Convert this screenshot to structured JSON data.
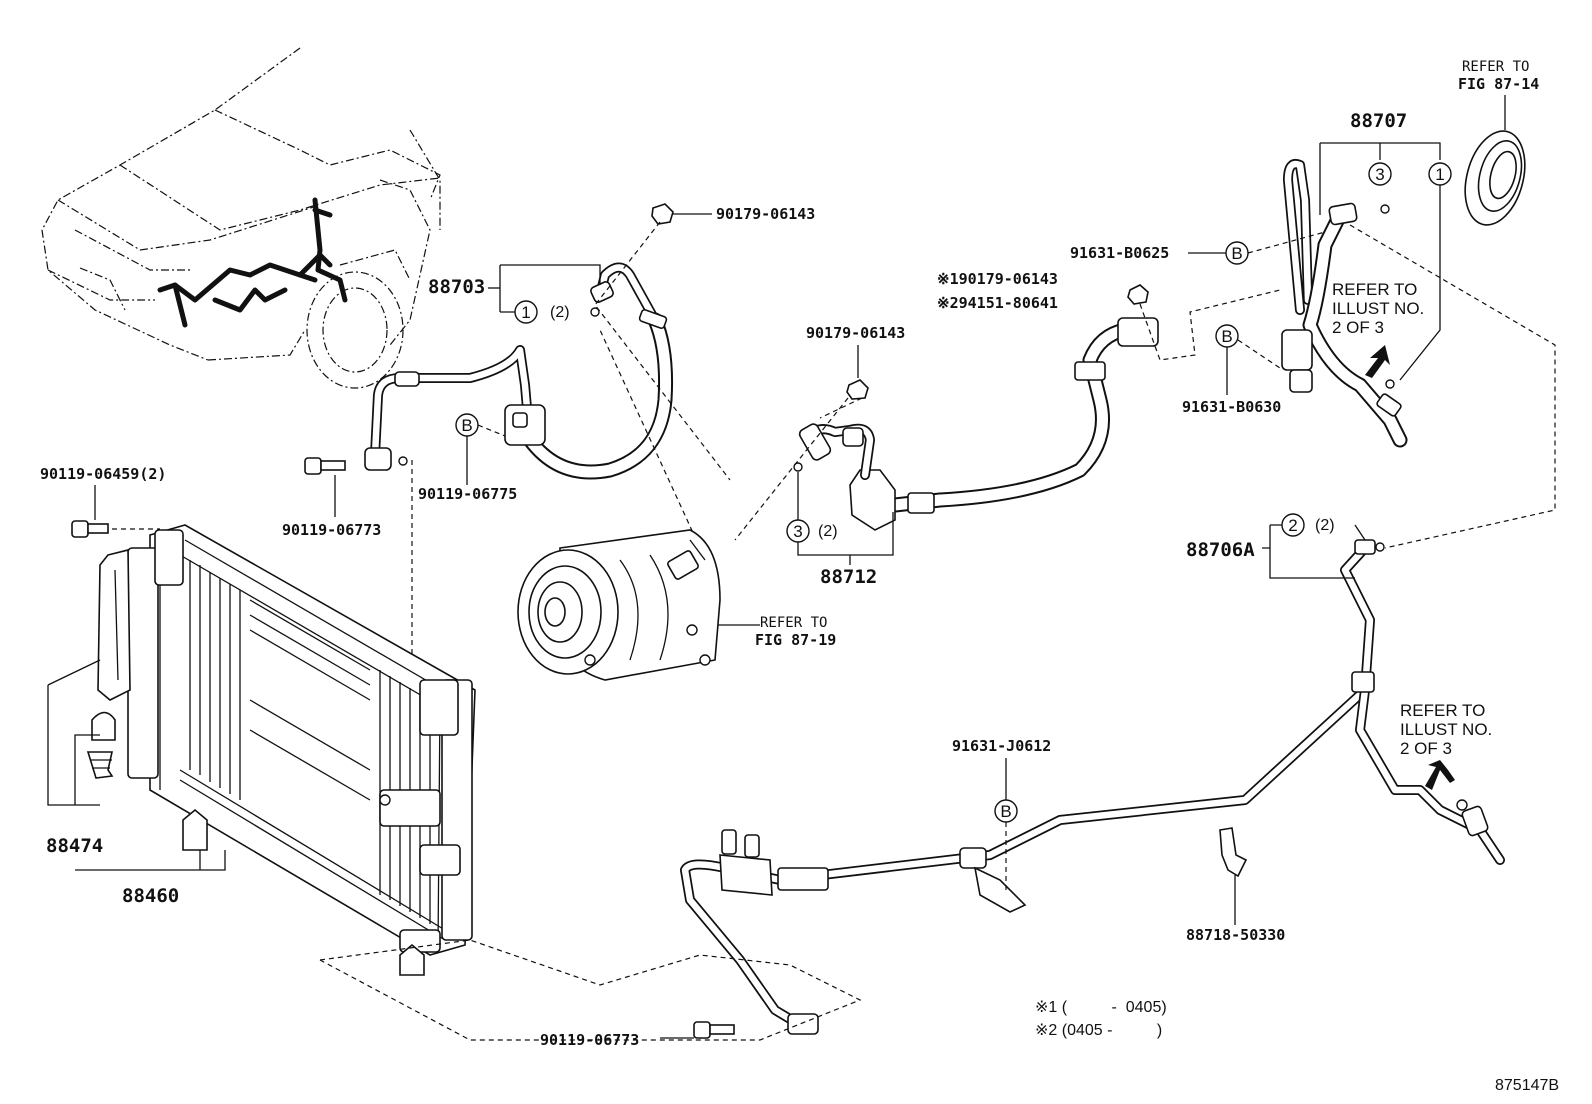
{
  "diagram_id": "875147B",
  "part_numbers": {
    "p88703": "88703",
    "p90179_top": "90179-06143",
    "p90179_mid": "90179-06143",
    "p90119_06775": "90119-06775",
    "p90119_06773_top": "90119-06773",
    "p90119_06459": "90119-06459(2)",
    "p88474": "88474",
    "p88460": "88460",
    "p88712": "88712",
    "p88707": "88707",
    "p91631_B0625": "91631-B0625",
    "p91631_B0630": "91631-B0630",
    "p190179": "※190179-06143",
    "p294151": "※294151-80641",
    "p88706A": "88706A",
    "p91631_J0612": "91631-J0612",
    "p88718": "88718-50330",
    "p90119_06773_bot": "90119-06773"
  },
  "references": {
    "fig_87_14_line1": "REFER TO",
    "fig_87_14_line2": "FIG 87-14",
    "fig_87_19_line1": "REFER TO",
    "fig_87_19_line2": "FIG 87-19",
    "illust_top_line1": "REFER TO",
    "illust_top_line2": "ILLUST NO.",
    "illust_top_line3": "2 OF 3",
    "illust_bot_line1": "REFER TO",
    "illust_bot_line2": "ILLUST NO.",
    "illust_bot_line3": "2 OF 3"
  },
  "circle_labels": {
    "one": "1",
    "two": "2",
    "three": "3",
    "b": "B",
    "qty2": "(2)"
  },
  "footnotes": {
    "note1": "※1 (          -  0405)",
    "note2": "※2 (0405 -          )"
  },
  "colors": {
    "ink": "#111111",
    "paper": "#ffffff"
  }
}
